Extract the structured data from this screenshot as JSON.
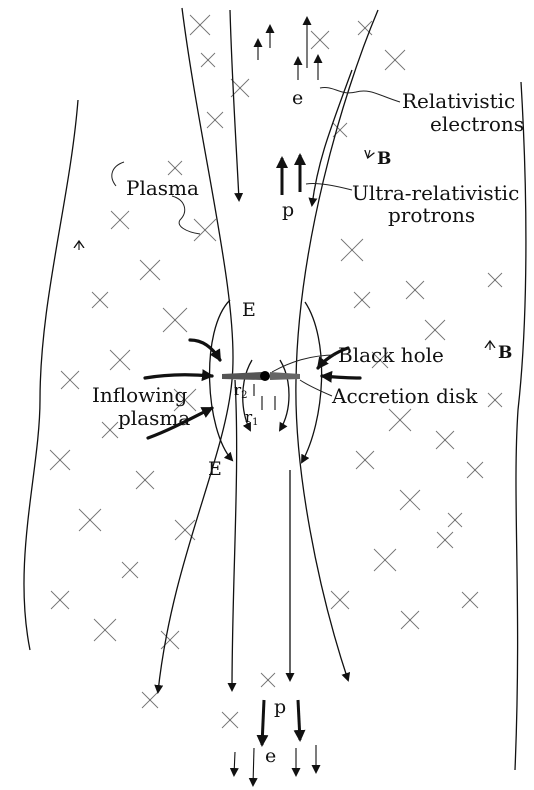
{
  "labels": {
    "relativistic_electrons_line1": "Relativistic",
    "relativistic_electrons_line2": "electrons",
    "plasma": "Plasma",
    "ultra_relativistic_line1": "Ultra-relativistic",
    "ultra_relativistic_line2": "protrons",
    "black_hole": "Black hole",
    "accretion_disk": "Accretion disk",
    "inflowing_line1": "Inflowing",
    "inflowing_line2": "plasma",
    "e_field_top": "E",
    "e_field_bottom": "E",
    "b_field_top": "B",
    "b_field_right": "B",
    "electron_top": "e",
    "proton_top": "p",
    "proton_bottom": "p",
    "electron_bottom": "e",
    "r1": "r",
    "r1_sub": "1",
    "r2": "r",
    "r2_sub": "2"
  }
}
